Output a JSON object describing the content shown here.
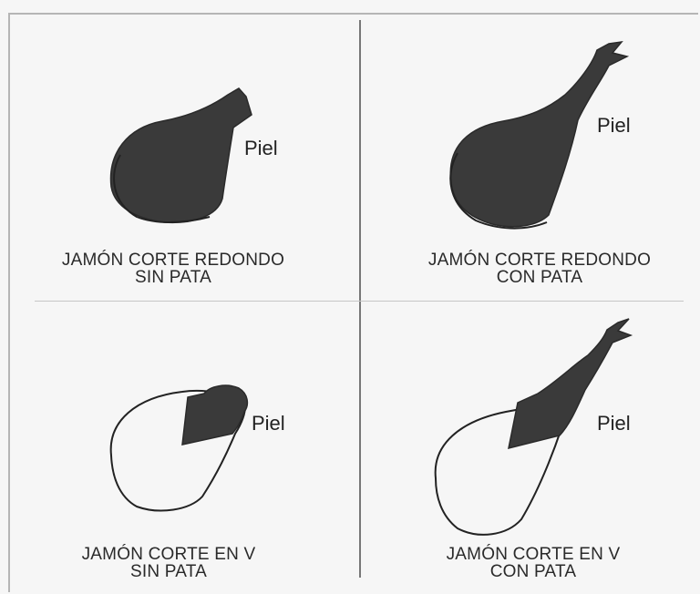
{
  "panels": [
    {
      "id": "round-no-hoof",
      "skin_label": "Piel",
      "caption_line1": "JAMÓN CORTE REDONDO",
      "caption_line2": "SIN PATA"
    },
    {
      "id": "round-with-hoof",
      "skin_label": "Piel",
      "caption_line1": "JAMÓN CORTE REDONDO",
      "caption_line2": "CON PATA"
    },
    {
      "id": "v-no-hoof",
      "skin_label": "Piel",
      "caption_line1": "JAMÓN CORTE EN V",
      "caption_line2": "SIN PATA"
    },
    {
      "id": "v-with-hoof",
      "skin_label": "Piel",
      "caption_line1": "JAMÓN CORTE EN V",
      "caption_line2": "CON PATA"
    }
  ],
  "colors": {
    "fill": "#3a3a3a",
    "outline": "#222222",
    "background": "#f6f6f6"
  }
}
